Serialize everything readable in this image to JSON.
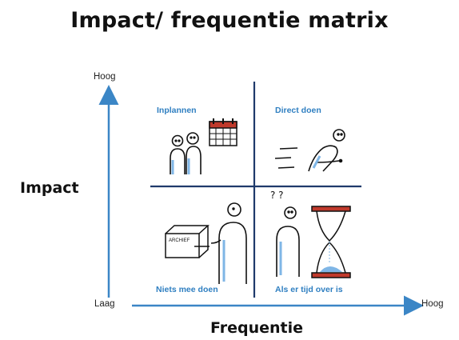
{
  "title": "Impact/ frequentie matrix",
  "y_axis": {
    "label": "Impact",
    "top": "Hoog",
    "bottom": "Laag"
  },
  "x_axis": {
    "label": "Frequentie",
    "right": "Hoog"
  },
  "quadrants": {
    "top_left": "Inplannen",
    "top_right": "Direct doen",
    "bottom_left": "Niets mee doen",
    "bottom_right": "Als er tijd over is"
  },
  "archive_box_text": "ARCHIEF",
  "colors": {
    "accent": "#2f7fc1",
    "line": "#1f3a6b",
    "calendar_red": "#c0392b"
  }
}
